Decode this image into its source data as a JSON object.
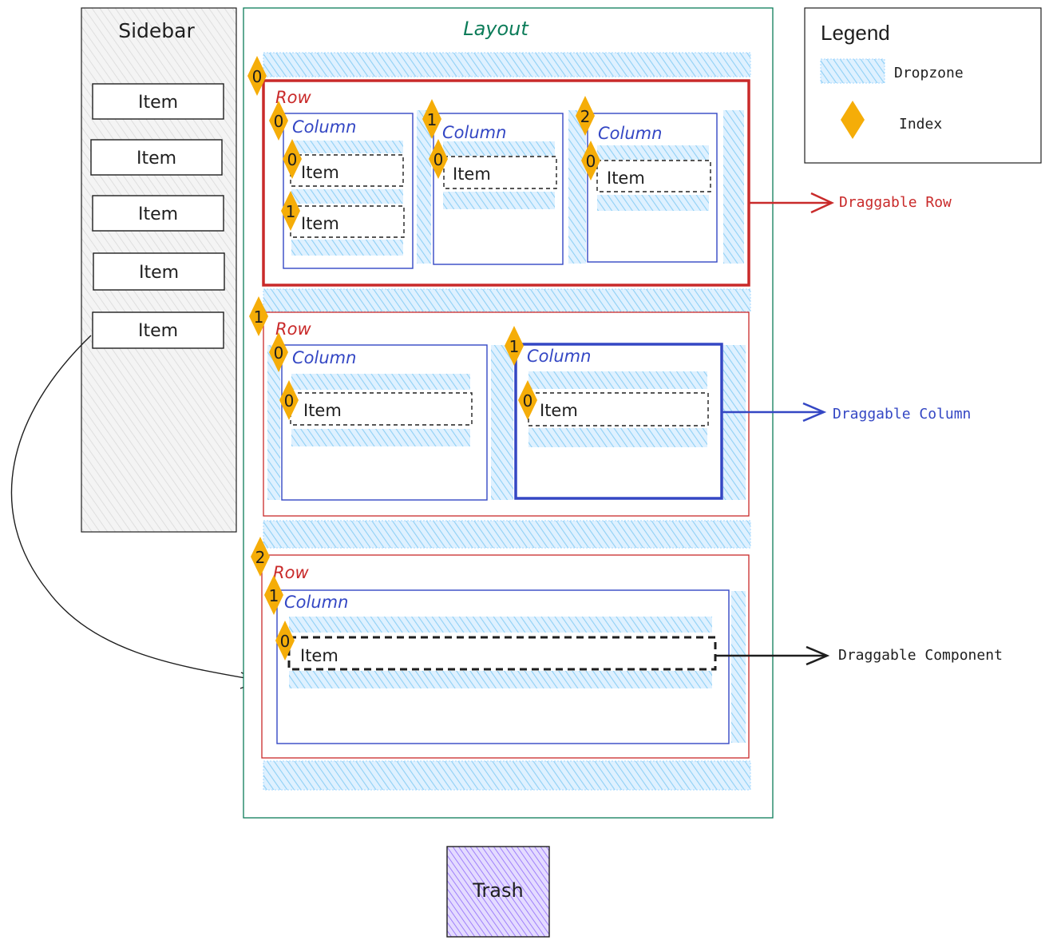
{
  "colors": {
    "row": "#c92a2a",
    "column": "#3447c4",
    "layout": "#0c7c59",
    "dropzone_fill": "#a5d8ff",
    "dropzone_hatch": "#74c0fc",
    "index": "#f5ad08",
    "trash": "#d0bfff",
    "ink": "#1e1e1e"
  },
  "icons": {
    "index": "diamond-icon",
    "arrow": "arrow-head-icon"
  },
  "sidebar": {
    "title": "Sidebar",
    "items": [
      "Item",
      "Item",
      "Item",
      "Item",
      "Item"
    ]
  },
  "layout": {
    "title": "Layout",
    "zone_indices": [
      "0",
      "1",
      "2"
    ],
    "rows": [
      {
        "label": "Row",
        "index": "0",
        "columns": [
          {
            "label": "Column",
            "index": "0",
            "items": [
              {
                "label": "Item",
                "index": "0"
              },
              {
                "label": "Item",
                "index": "1"
              }
            ]
          },
          {
            "label": "Column",
            "index": "1",
            "items": [
              {
                "label": "Item",
                "index": "0"
              }
            ]
          },
          {
            "label": "Column",
            "index": "2",
            "items": [
              {
                "label": "Item",
                "index": "0"
              }
            ]
          }
        ]
      },
      {
        "label": "Row",
        "index": "1",
        "columns": [
          {
            "label": "Column",
            "index": "0",
            "items": [
              {
                "label": "Item",
                "index": "0"
              }
            ]
          },
          {
            "label": "Column",
            "index": "1",
            "items": [
              {
                "label": "Item",
                "index": "0"
              }
            ]
          }
        ]
      },
      {
        "label": "Row",
        "index": "2",
        "columns": [
          {
            "label": "Column",
            "index": "1",
            "items": [
              {
                "label": "Item",
                "index": "0"
              }
            ]
          }
        ]
      }
    ]
  },
  "legend": {
    "title": "Legend",
    "dropzone_label": "Dropzone",
    "index_label": "Index"
  },
  "callouts": {
    "draggable_row": "Draggable Row",
    "draggable_column": "Draggable Column",
    "draggable_component": "Draggable Component"
  },
  "trash": {
    "label": "Trash"
  }
}
